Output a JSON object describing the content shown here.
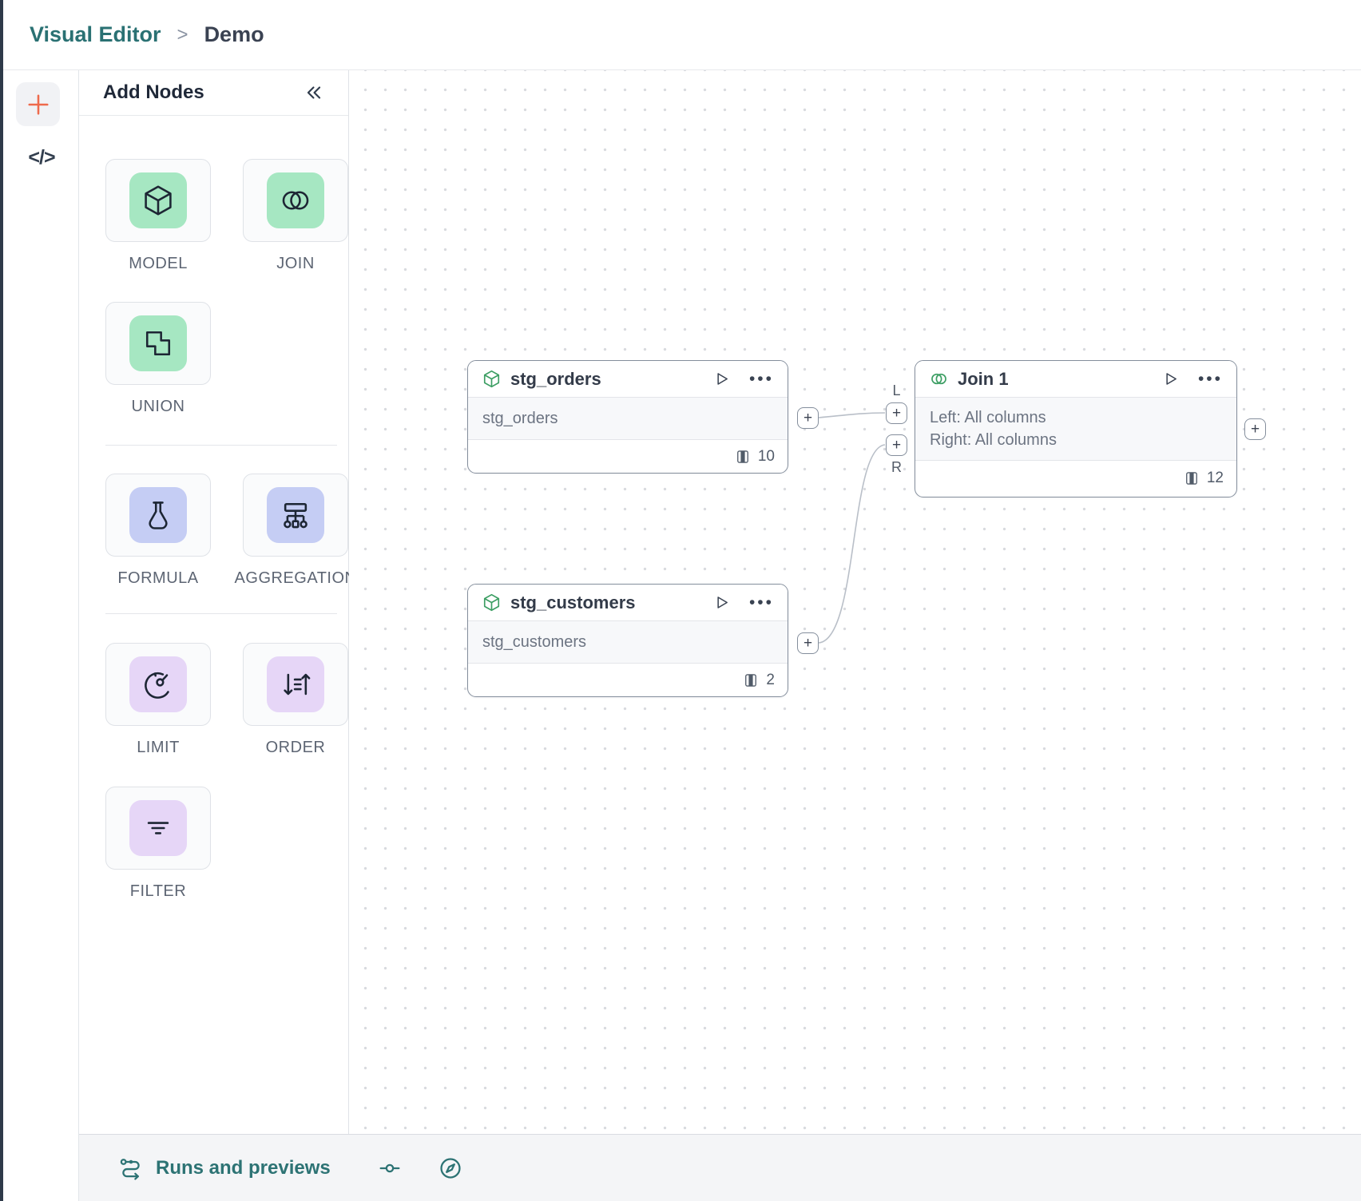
{
  "header": {
    "breadcrumb_root": "Visual Editor",
    "breadcrumb_separator": ">",
    "breadcrumb_page": "Demo"
  },
  "toolstrip": {
    "add_button_icon": "plus-icon",
    "code_button_label": "</>"
  },
  "palette": {
    "title": "Add Nodes",
    "collapse_icon": "chevrons-left-icon",
    "groups": [
      {
        "items": [
          {
            "label": "MODEL",
            "icon": "cube-icon",
            "color": "green"
          },
          {
            "label": "JOIN",
            "icon": "venn-icon",
            "color": "green"
          },
          {
            "label": "UNION",
            "icon": "union-shapes-icon",
            "color": "green"
          }
        ]
      },
      {
        "items": [
          {
            "label": "FORMULA",
            "icon": "flask-icon",
            "color": "blue"
          },
          {
            "label": "AGGREGATION",
            "icon": "sitemap-icon",
            "color": "blue"
          }
        ]
      },
      {
        "items": [
          {
            "label": "LIMIT",
            "icon": "gauge-icon",
            "color": "purple"
          },
          {
            "label": "ORDER",
            "icon": "sort-icon",
            "color": "purple"
          },
          {
            "label": "FILTER",
            "icon": "filter-lines-icon",
            "color": "purple"
          }
        ]
      }
    ]
  },
  "canvas": {
    "nodes": [
      {
        "title": "stg_orders",
        "icon": "cube-icon",
        "body_lines": [
          "stg_orders"
        ],
        "column_count": "10"
      },
      {
        "title": "Join 1",
        "icon": "venn-icon",
        "body_lines": [
          "Left: All columns",
          "Right: All columns"
        ],
        "column_count": "12"
      },
      {
        "title": "stg_customers",
        "icon": "cube-icon",
        "body_lines": [
          "stg_customers"
        ],
        "column_count": "2"
      }
    ],
    "handles": {
      "plus_label": "+",
      "left_input_label": "L",
      "right_input_label": "R"
    },
    "more_label": "•••"
  },
  "bottombar": {
    "runs_label": "Runs and previews",
    "icons": [
      "route-icon",
      "commit-icon",
      "compass-icon"
    ]
  },
  "colors": {
    "brand_teal": "#2a7173",
    "accent_orange": "#ee6a4c",
    "chip_green": "#a6e7c2",
    "chip_blue": "#c5cdf4",
    "chip_purple": "#e6d6f7",
    "node_border": "#848e9c",
    "node_icon_green": "#3c9e63",
    "edge_gray": "#b9bfc8"
  }
}
